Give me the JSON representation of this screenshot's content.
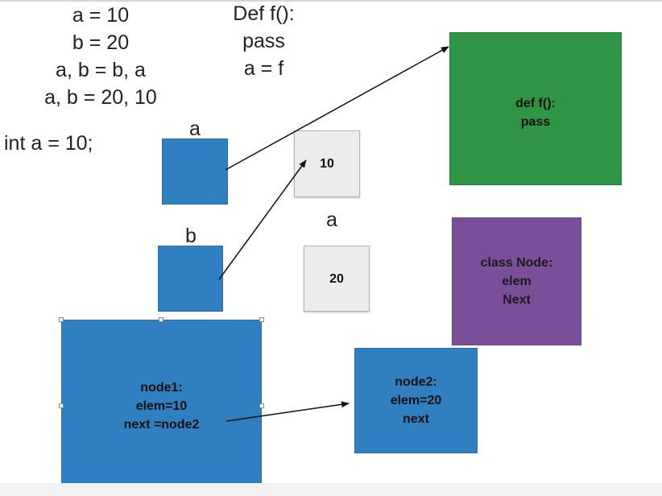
{
  "code_left": [
    "a = 10",
    "b = 20",
    "a, b = b, a",
    "a, b = 20, 10"
  ],
  "code_mid": [
    "Def f():",
    "pass",
    "a = f"
  ],
  "int_line": "int a = 10;",
  "labels": {
    "a_top": "a",
    "b": "b",
    "a_right": "a"
  },
  "value_boxes": {
    "ten": "10",
    "twenty": "20"
  },
  "function_box": [
    "def f():",
    "pass"
  ],
  "class_box": [
    "class Node:",
    "elem",
    "Next"
  ],
  "node1": [
    "node1:",
    "elem=10",
    "next =node2"
  ],
  "node2": [
    "node2:",
    "elem=20",
    "next"
  ],
  "colors": {
    "blue": "#2f7fc1",
    "green": "#2f9443",
    "purple": "#7a4f9a",
    "grey": "#ececec"
  }
}
